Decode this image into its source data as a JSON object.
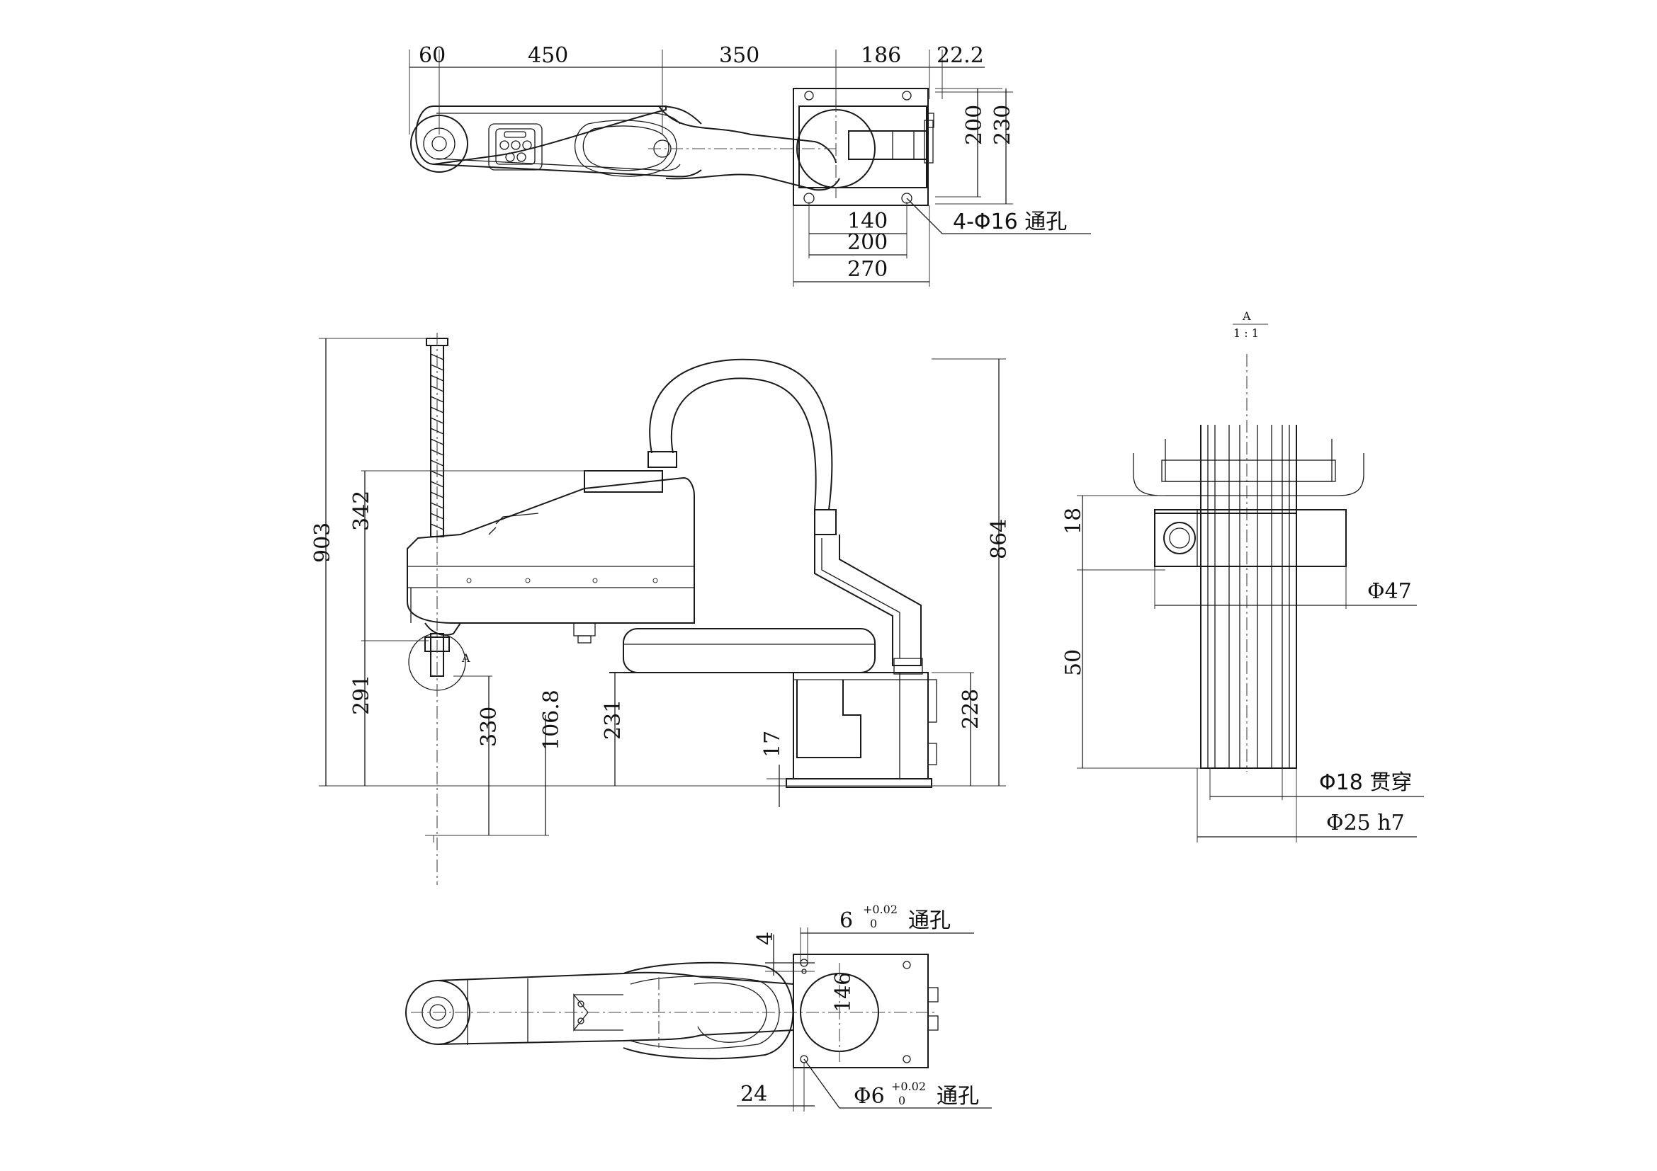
{
  "top_view": {
    "dims_top": [
      "60",
      "450",
      "350",
      "186",
      "22.2"
    ],
    "dims_right": [
      "200",
      "230"
    ],
    "dims_bottom": [
      "140",
      "200",
      "270"
    ],
    "hole_note": "4-Φ16 通孔"
  },
  "side_view": {
    "dims_left": [
      "903",
      "342",
      "291"
    ],
    "dims_lower": [
      "330",
      "106.8",
      "231",
      "17",
      "228"
    ],
    "dim_right": "864",
    "detail_marker": "A"
  },
  "detail_view": {
    "label": "A",
    "scale": "1 : 1",
    "dims_left": [
      "18",
      "50"
    ],
    "dia_47": "Φ47",
    "dia_18": "Φ18 贯穿",
    "dia_25": "Φ25 h7"
  },
  "bottom_view": {
    "dim_hole_main": "6",
    "tol_upper": "+0.02",
    "tol_lower": "0",
    "hole_suffix": "通孔",
    "dim_4": "4",
    "dim_146": "146",
    "dim_24": "24",
    "dim_hole2_main": "Φ6",
    "tol2_upper": "+0.02",
    "tol2_lower": "0",
    "hole2_suffix": "通孔"
  }
}
